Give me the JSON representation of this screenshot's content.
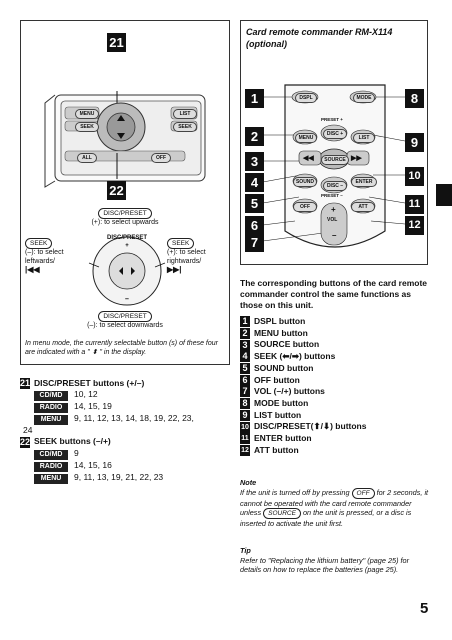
{
  "left_panel": {
    "callout_top": "21",
    "callout_bottom": "22",
    "unit_labels": {
      "menu": "MENU",
      "list": "LIST",
      "seek_l": "SEEK",
      "seek_r": "SEEK",
      "all": "ALL",
      "off": "OFF"
    },
    "disc_preset_up_label": "DISC/PRESET",
    "up_caption": "(+): to select upwards",
    "seek_left_label": "SEEK",
    "seek_left_caption1": "(–): to select",
    "seek_left_caption2": "leftwards/",
    "seek_left_symbol": "|◀◀",
    "seek_right_label": "SEEK",
    "seek_right_caption1": "(+): to select",
    "seek_right_caption2": "rightwards/",
    "seek_right_symbol": "▶▶|",
    "wheel_label": "DISC/PRESET",
    "disc_preset_down_label": "DISC/PRESET",
    "down_caption": "(–): to select downwards",
    "menu_note": "In menu mode, the currently selectable button (s) of these four are indicated with a \" ⬍ \" in the display."
  },
  "left_list": [
    {
      "num": "21",
      "title": "DISC/PRESET buttons (+/–)",
      "rows": [
        {
          "tag": "CD/MD",
          "pages": "10, 12"
        },
        {
          "tag": "RADIO",
          "pages": "14, 15, 19"
        },
        {
          "tag": "MENU",
          "pages": "9, 11, 12, 13, 14, 18, 19, 22, 23,"
        }
      ],
      "cont": "24"
    },
    {
      "num": "22",
      "title": "SEEK buttons (–/+)",
      "rows": [
        {
          "tag": "CD/MD",
          "pages": "9"
        },
        {
          "tag": "RADIO",
          "pages": "14, 15, 16"
        },
        {
          "tag": "MENU",
          "pages": "9, 11, 13, 19, 21, 22, 23"
        }
      ]
    }
  ],
  "right_panel": {
    "title1": "Card remote commander RM-X114",
    "title2": "(optional)",
    "remote": {
      "dspl": "DSPL",
      "mode": "MODE",
      "preset_plus": "PRESET +",
      "menu": "MENU",
      "disc_up": "DISC +",
      "list": "LIST",
      "source": "SOURCE",
      "sound": "SOUND",
      "disc_down": "DISC –",
      "enter": "ENTER",
      "preset_minus": "PRESET –",
      "off": "OFF",
      "vol": "VOL",
      "att": "ATT"
    },
    "callouts_left": [
      "1",
      "2",
      "3",
      "4",
      "5",
      "6",
      "7"
    ],
    "callouts_right": [
      "8",
      "9",
      "10",
      "11",
      "12"
    ]
  },
  "right_intro": "The corresponding buttons of the card remote commander control the same functions as those on this unit.",
  "right_list": [
    {
      "num": "1",
      "label": "DSPL button"
    },
    {
      "num": "2",
      "label": "MENU button"
    },
    {
      "num": "3",
      "label": "SOURCE button"
    },
    {
      "num": "4",
      "label": "SEEK (⬅/➡) buttons"
    },
    {
      "num": "5",
      "label": "SOUND button"
    },
    {
      "num": "6",
      "label": "OFF button"
    },
    {
      "num": "7",
      "label": "VOL (–/+) buttons"
    },
    {
      "num": "8",
      "label": "MODE button"
    },
    {
      "num": "9",
      "label": "LIST button"
    },
    {
      "num": "10",
      "label": "DISC/PRESET(⬆/⬇) buttons"
    },
    {
      "num": "11",
      "label": "ENTER button"
    },
    {
      "num": "12",
      "label": "ATT button"
    }
  ],
  "note": {
    "heading": "Note",
    "t1": "If the unit is turned off by pressing",
    "pill1": "OFF",
    "t2": "for 2 seconds, it cannot be operated with the card remote commander unless",
    "pill2": "SOURCE",
    "t3": "on the unit is pressed, or a disc is inserted to activate the unit first."
  },
  "tip": {
    "heading": "Tip",
    "text": "Refer to \"Replacing the lithium battery\" (page 25) for details on how to replace the batteries (page 25)."
  },
  "page_number": "5"
}
